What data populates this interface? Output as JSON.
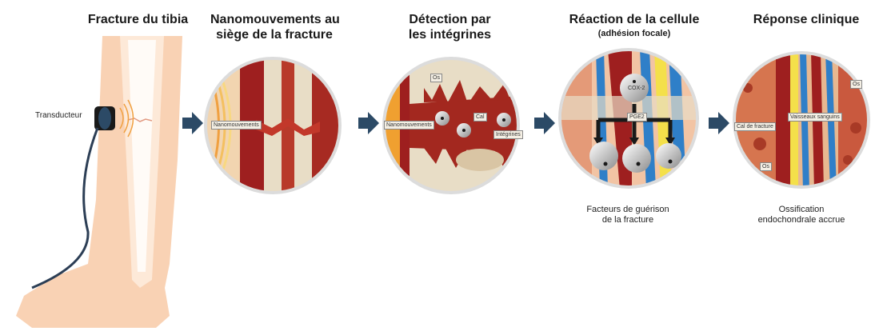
{
  "titles": {
    "step1": "Fracture du tibia",
    "step2_line1": "Nanomouvements au",
    "step2_line2": "siège de la fracture",
    "step3_line1": "Détection par",
    "step3_line2": "les intégrines",
    "step4": "Réaction de la cellule",
    "step4_sub": "(adhésion focale)",
    "step5": "Réponse clinique"
  },
  "labels": {
    "transducer": "Transducteur",
    "nano2": "Nanomouvements",
    "nano3": "Nanomouvements",
    "os3": "Os",
    "cal3": "Cal",
    "integrines": "Intégrines",
    "cox2": "COX-2",
    "pge2": "PGE2",
    "cal5": "Cal de fracture",
    "vaisseaux": "Vaisseaux sanguins",
    "os5a": "Os",
    "os5b": "Os"
  },
  "captions": {
    "step4_line1": "Facteurs de guérison",
    "step4_line2": "de la fracture",
    "step5_line1": "Ossification",
    "step5_line2": "endochondrale accrue"
  },
  "colors": {
    "skin": "#f9d2b4",
    "bone": "#e8ddc6",
    "marrow": "#b83a2a",
    "blood": "#9e1f1f",
    "vessel_blue": "#2f7fc8",
    "fat_yellow": "#f4e04a",
    "arrow": "#2c4a66"
  }
}
